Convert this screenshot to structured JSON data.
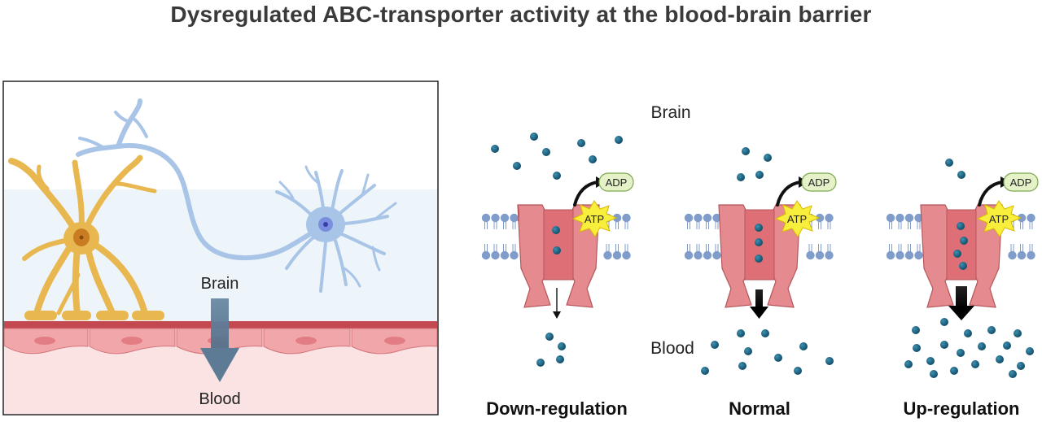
{
  "title": "Dysregulated ABC-transporter activity at the blood-brain barrier",
  "left_panel": {
    "brain_label": "Brain",
    "blood_label": "Blood"
  },
  "right_panel": {
    "brain_label": "Brain",
    "blood_label": "Blood",
    "transporters": [
      {
        "condition": "Down-regulation",
        "atp": "ATP",
        "adp": "ADP"
      },
      {
        "condition": "Normal",
        "atp": "ATP",
        "adp": "ADP"
      },
      {
        "condition": "Up-regulation",
        "atp": "ATP",
        "adp": "ADP"
      }
    ]
  },
  "colors": {
    "brain_region": "#eef5fa",
    "blood_region": "#fbe3e4",
    "endothelium": "#c44850",
    "astrocyte": "#e8b74f",
    "neuron": "#a8c4e6",
    "transporter": "#e58a8e",
    "molecule": "#1d6a8a",
    "atp_star": "#f8ee3c",
    "adp_fill": "#e5f2c8",
    "membrane_head": "#7f9ccb"
  }
}
